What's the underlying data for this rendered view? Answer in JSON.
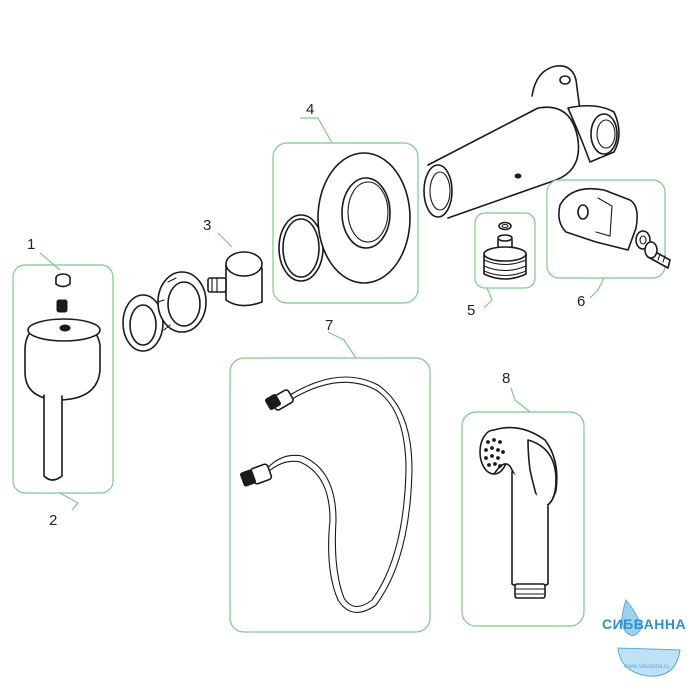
{
  "parts": [
    {
      "number": "1"
    },
    {
      "number": "2"
    },
    {
      "number": "3"
    },
    {
      "number": "4"
    },
    {
      "number": "5"
    },
    {
      "number": "6"
    },
    {
      "number": "7"
    },
    {
      "number": "8"
    }
  ],
  "watermark": {
    "brand": "СИБВАННА",
    "url": "www.sibvanna.ru"
  },
  "colors": {
    "frame": "#7fc98a",
    "line": "#1a1a1a",
    "brand": "#2f8fd0"
  }
}
